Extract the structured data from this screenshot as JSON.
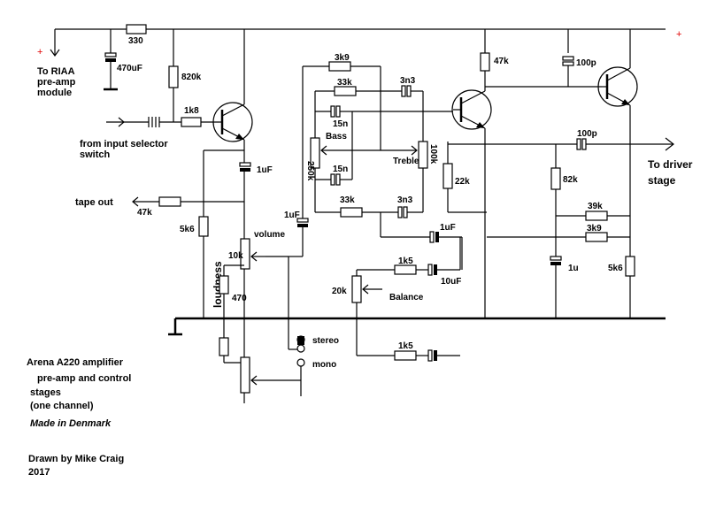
{
  "rail_plus": "+",
  "rail_plus_right": "+",
  "labels": {
    "r330": "330",
    "c470u": "470uF",
    "r820k": "820k",
    "to_riaa": "To RIAA",
    "preamp": "pre-amp",
    "module": "module",
    "r1k8": "1k8",
    "from_input": "from input selector",
    "switch": "switch",
    "c1uf_a": "1uF",
    "tape_out": "tape out",
    "r47k_tape": "47k",
    "r5k6_left": "5k6",
    "c1uf_vol": "1uF",
    "volume": "volume",
    "r10k": "10k",
    "loudness": "loudness",
    "r470": "470",
    "r3k9_top": "3k9",
    "r33k_top": "33k",
    "c3n3_top": "3n3",
    "c15n_top": "15n",
    "bass": "Bass",
    "p250k": "250k",
    "p100k": "100k",
    "treble": "Treble",
    "c15n_bot": "15n",
    "r33k_bot": "33k",
    "c3n3_bot": "3n3",
    "r22k": "22k",
    "c1uf_mid": "1uF",
    "r1k5_top": "1k5",
    "c10uf": "10uF",
    "p20k": "20k",
    "balance": "Balance",
    "r1k5_bot": "1k5",
    "stereo": "stereo",
    "mono": "mono",
    "r47k_right": "47k",
    "c100p_top": "100p",
    "c100p_mid": "100p",
    "to_driver": "To driver",
    "stage": "stage",
    "r82k": "82k",
    "r39k": "39k",
    "r3k9_right": "3k9",
    "c1u": "1u",
    "r5k6_right": "5k6"
  },
  "notes": {
    "title1": "Arena A220 amplifier",
    "title2": "pre-amp and control",
    "title3": "stages",
    "title4": "(one channel)",
    "made": "Made in Denmark",
    "drawn": "Drawn by Mike Craig",
    "year": "2017"
  }
}
